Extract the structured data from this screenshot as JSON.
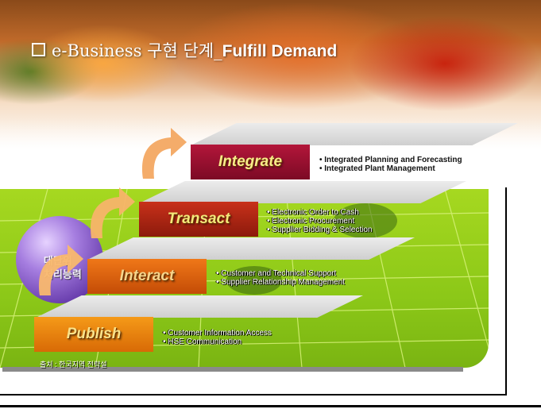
{
  "title": {
    "prefix": "e-Business 구현 단계_",
    "emphasis": "Fulfill Demand"
  },
  "steps": [
    {
      "label": "Integrate",
      "items": [
        "Integrated Planning and Forecasting",
        "Integrated Plant Management"
      ]
    },
    {
      "label": "Transact",
      "items": [
        "Electronic Order to Cash",
        "Electronic Procurement",
        "Supplier Bidding & Selection"
      ]
    },
    {
      "label": "Interact",
      "items": [
        "Customer and Technical Support",
        "Supplier Relationship Management"
      ]
    },
    {
      "label": "Publish",
      "items": [
        "Customer Information Access",
        "HSE Communication"
      ]
    }
  ],
  "orb_text": [
    "대단위",
    "처리능력"
  ],
  "source": "출처 : 한국지역 전략설",
  "colors": {
    "integrate": "#9a1030",
    "transact": "#b02814",
    "interact": "#e06010",
    "publish": "#f08a14",
    "green": "#9ad01c"
  }
}
